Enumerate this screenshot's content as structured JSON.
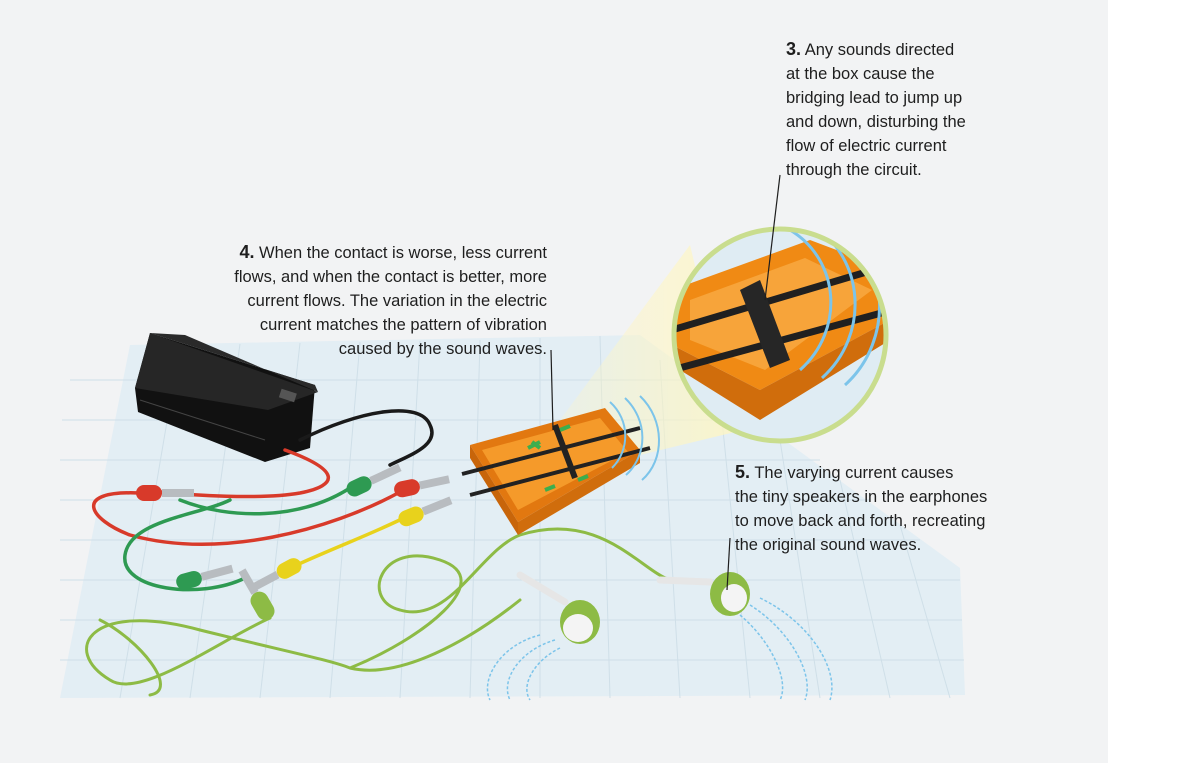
{
  "callouts": {
    "step3": {
      "number": "3.",
      "lines": [
        "Any sounds directed",
        "at the box cause the",
        "bridging lead to jump up",
        "and down, disturbing the",
        "flow of electric current",
        "through the circuit."
      ]
    },
    "step4": {
      "number": "4.",
      "lines": [
        "When the contact is worse, less current",
        "flows, and when the contact is better, more",
        "current flows. The variation in the electric",
        "current matches the pattern of vibration",
        "caused by the sound waves."
      ]
    },
    "step5": {
      "number": "5.",
      "lines": [
        "The varying current causes",
        "the tiny speakers in the earphones",
        "to move back and forth, recreating",
        "the original sound waves."
      ]
    }
  },
  "colors": {
    "background": "#f2f3f4",
    "grid_mat": "#e3eef4",
    "box_orange": "#f08a14",
    "battery_black": "#1b1b1b",
    "wire_red": "#d83a2a",
    "wire_green": "#2e9a52",
    "wire_yellow": "#e8d21c",
    "earphone_cord": "#8dbb45",
    "sound_wave": "#7cc4ea",
    "magnifier_ring": "#c9dd8e"
  },
  "icons": [
    "battery-pack",
    "crocodile-clip",
    "microphone-box",
    "earphone",
    "sound-waves",
    "magnifier-lens"
  ]
}
